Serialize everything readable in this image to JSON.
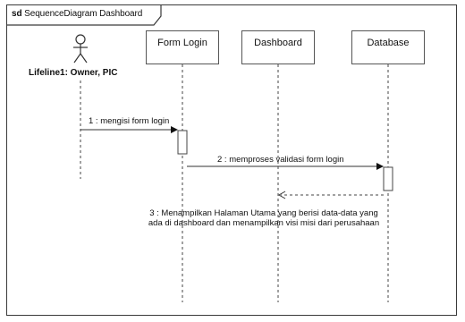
{
  "frame": {
    "keyword": "sd",
    "name": "SequenceDiagram Dashboard"
  },
  "actor": {
    "label": "Lifeline1: Owner, PIC"
  },
  "lifelines": [
    {
      "name": "Form Login"
    },
    {
      "name": "Dashboard"
    },
    {
      "name": "Database"
    }
  ],
  "messages": [
    {
      "text": "1 : mengisi form login"
    },
    {
      "text": "2 : memproses validasi form login"
    },
    {
      "line1": "3 : Menampilkan Halaman Utama yang berisi data-data yang",
      "line2": "ada di dashboard dan menampilkan visi misi dari perusahaan"
    }
  ]
}
